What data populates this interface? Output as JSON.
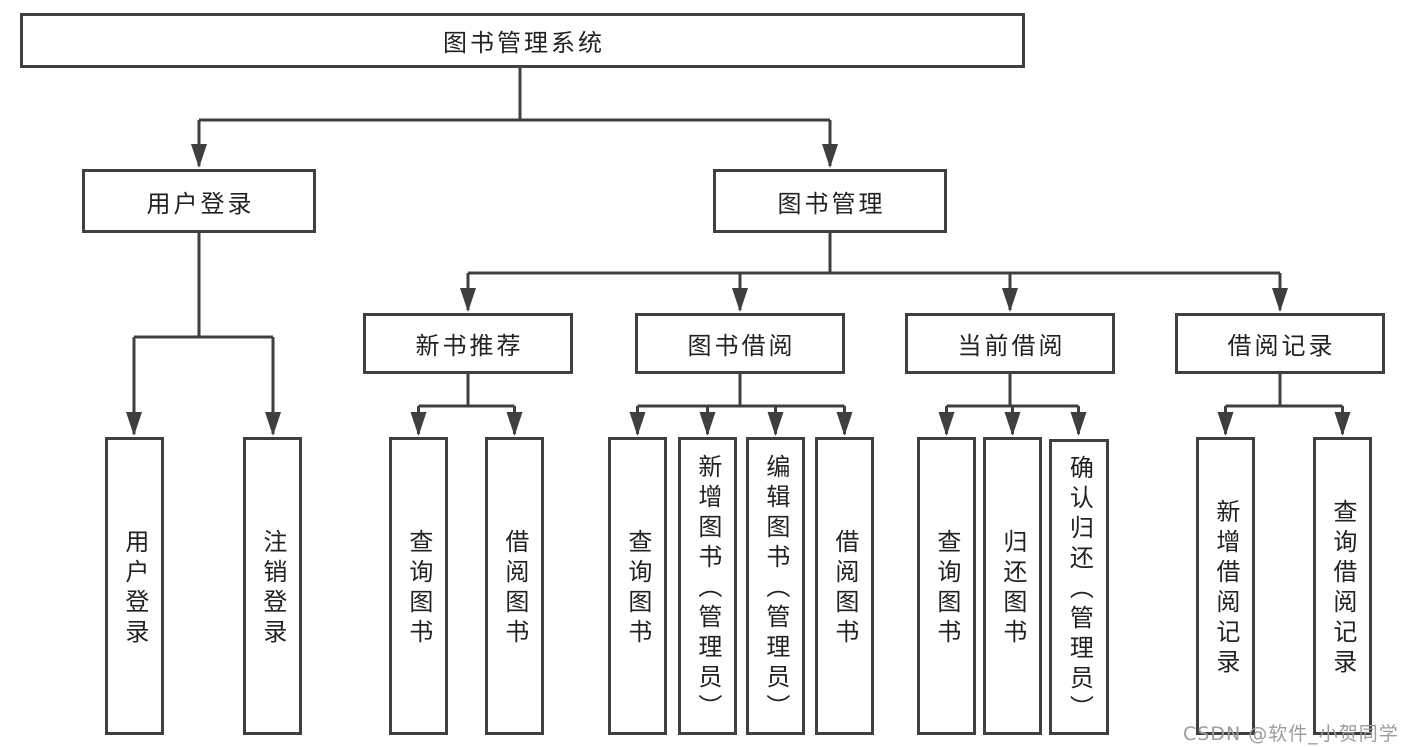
{
  "root": {
    "label": "图书管理系统"
  },
  "level2": {
    "user_login": {
      "label": "用户登录"
    },
    "book_management": {
      "label": "图书管理"
    }
  },
  "level3": {
    "new_books": {
      "label": "新书推荐"
    },
    "borrowing": {
      "label": "图书借阅"
    },
    "current": {
      "label": "当前借阅"
    },
    "records": {
      "label": "借阅记录"
    }
  },
  "leaves": {
    "login": {
      "label": "用户登录"
    },
    "logout": {
      "label": "注销登录"
    },
    "nb_query": {
      "label": "查询图书"
    },
    "nb_borrow": {
      "label": "借阅图书"
    },
    "bw_query": {
      "label": "查询图书"
    },
    "bw_add": {
      "label": "新增图书（管理员）"
    },
    "bw_edit": {
      "label": "编辑图书（管理员）"
    },
    "bw_borrow": {
      "label": "借阅图书"
    },
    "cur_query": {
      "label": "查询图书"
    },
    "cur_return": {
      "label": "归还图书"
    },
    "cur_confirm": {
      "label": "确认归还（管理员）"
    },
    "rec_add": {
      "label": "新增借阅记录"
    },
    "rec_query": {
      "label": "查询借阅记录"
    }
  },
  "watermark": "CSDN @软件_小贺同学",
  "colors": {
    "line": "#3f3f3f",
    "text": "#222222",
    "watermark": "#9c9c9c",
    "background": "#ffffff"
  }
}
